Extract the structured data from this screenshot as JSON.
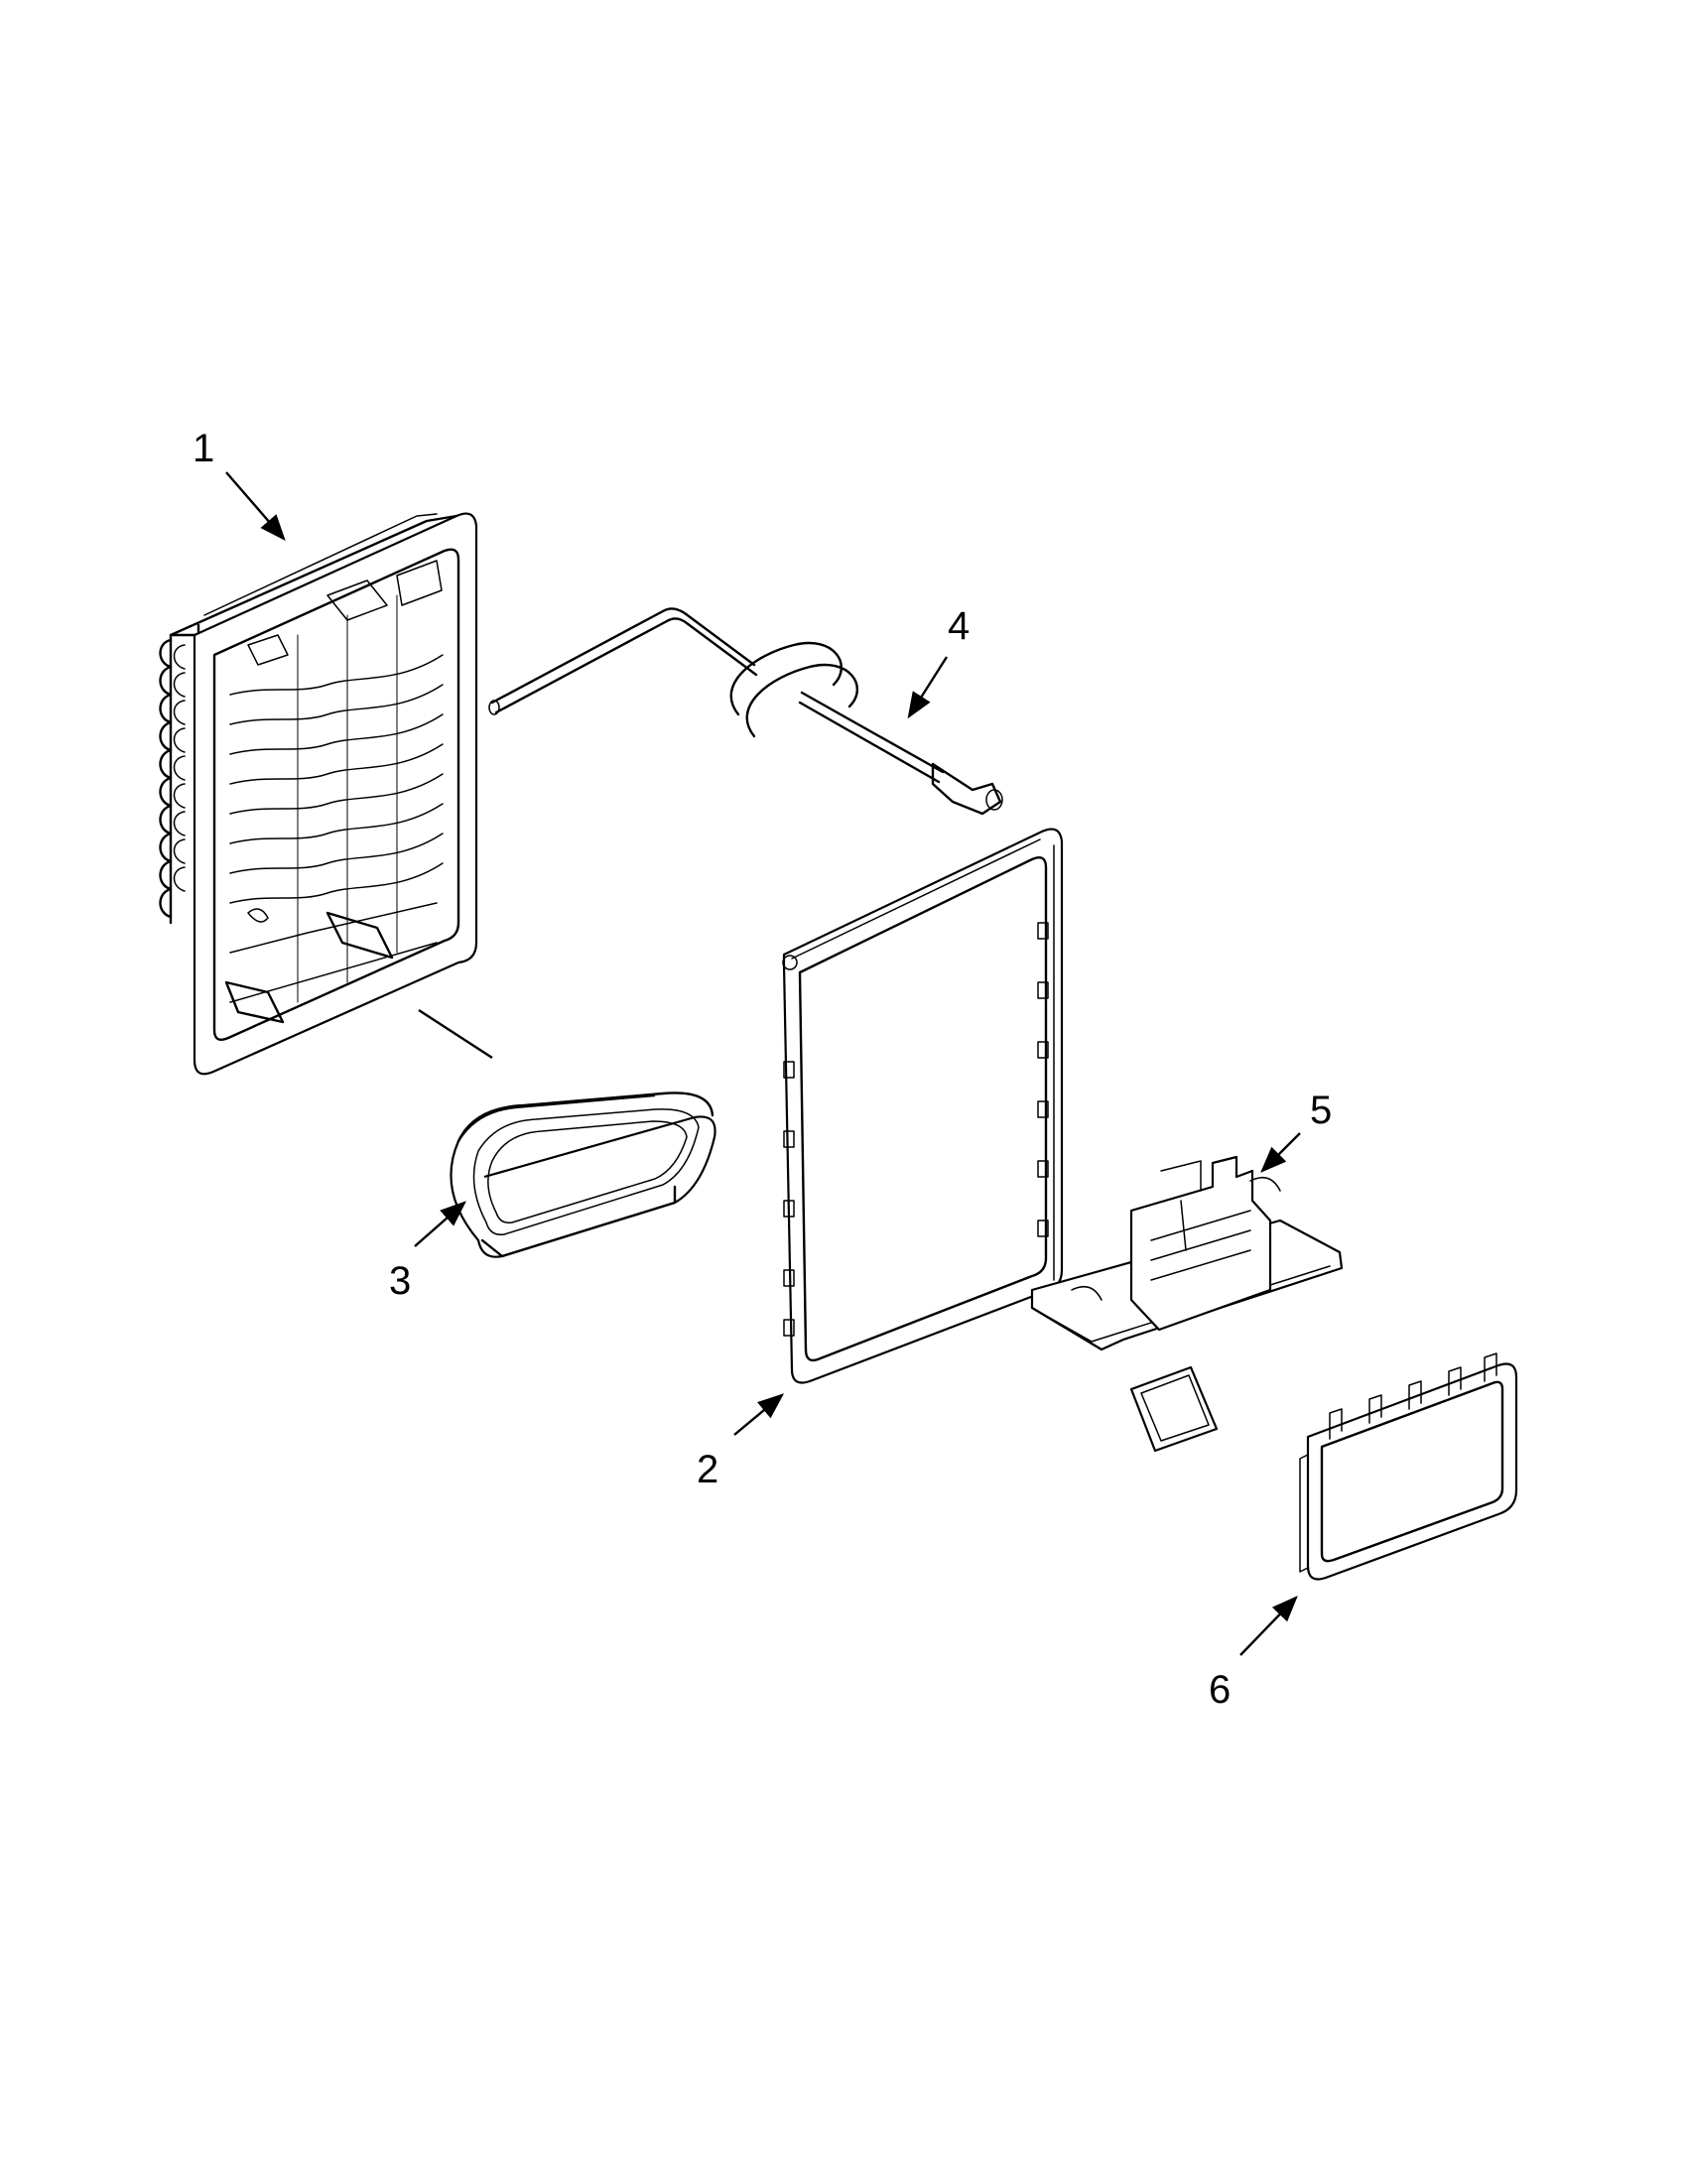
{
  "diagram": {
    "callouts": [
      {
        "id": "part-1",
        "label": "1"
      },
      {
        "id": "part-2",
        "label": "2"
      },
      {
        "id": "part-3",
        "label": "3"
      },
      {
        "id": "part-4",
        "label": "4"
      },
      {
        "id": "part-5",
        "label": "5"
      },
      {
        "id": "part-6",
        "label": "6"
      }
    ]
  }
}
